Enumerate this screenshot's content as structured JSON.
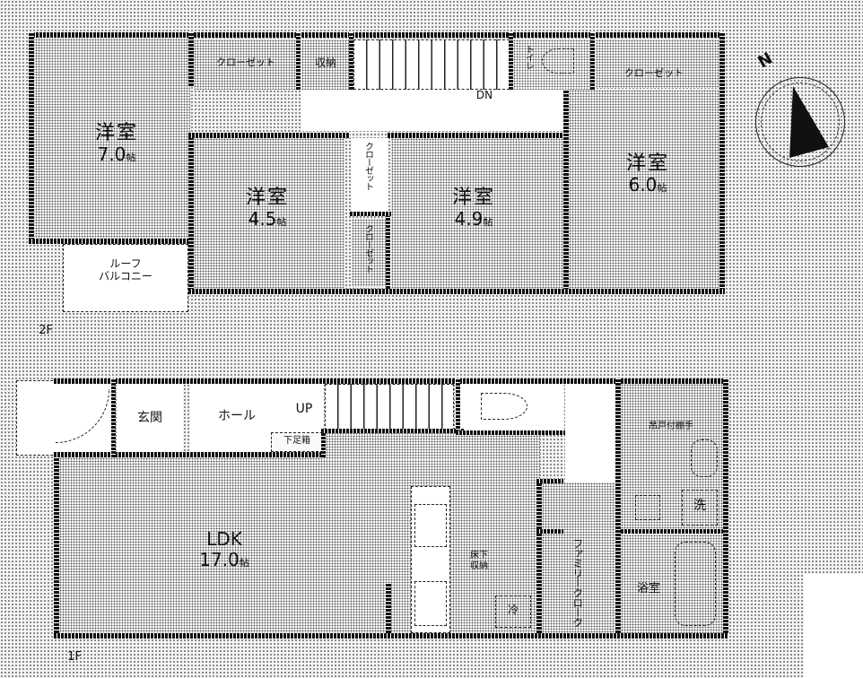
{
  "floor2": {
    "label": "2F",
    "rooms": {
      "western_7": {
        "name": "洋室",
        "size": "7.0",
        "unit": "帖"
      },
      "western_45": {
        "name": "洋室",
        "size": "4.5",
        "unit": "帖"
      },
      "western_49": {
        "name": "洋室",
        "size": "4.9",
        "unit": "帖"
      },
      "western_6": {
        "name": "洋室",
        "size": "6.0",
        "unit": "帖"
      }
    },
    "closet_left": "クローゼット",
    "storage": "収納",
    "toilet": "トイレ",
    "closet_right": "クローゼット",
    "closet_mid_upper": "クローゼット",
    "closet_mid_lower": "クローゼット",
    "stairs_label": "DN",
    "roof_balcony_line1": "ルーフ",
    "roof_balcony_line2": "バルコニー"
  },
  "floor1": {
    "label": "1F",
    "entrance": "玄関",
    "hall": "ホール",
    "stairs_label": "UP",
    "shoe_storage": "下足箱",
    "ldk_name": "LDK",
    "ldk_size": "17.0",
    "ldk_unit": "帖",
    "underfloor_storage_line1": "床下",
    "underfloor_storage_line2": "収納",
    "fridge": "冷",
    "family_closet": "ファミリークローク",
    "hanger_pipe": "吊戸付棚手",
    "washer": "洗",
    "bathroom": "浴室"
  },
  "compass": {
    "north_label": "N"
  }
}
